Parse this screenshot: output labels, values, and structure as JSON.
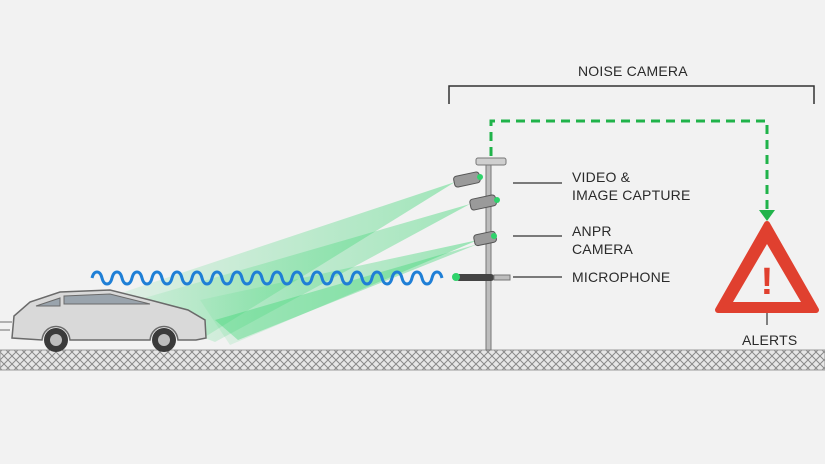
{
  "title": "NOISE CAMERA",
  "labels": {
    "video": "VIDEO &\nIMAGE CAPTURE",
    "anpr": "ANPR\nCAMERA",
    "microphone": "MICROPHONE",
    "alerts": "ALERTS"
  },
  "alert_symbol": "!",
  "icons": [
    "car-icon",
    "camera-icon",
    "microphone-icon",
    "warning-triangle-icon"
  ],
  "colors": {
    "background": "#f2f2f2",
    "beam_green": "#2fd36b",
    "dashed_green": "#20b34a",
    "wave_blue": "#1f7fd6",
    "alert_red": "#e0402f",
    "road_gray": "#cfcfcf",
    "text": "#2a2a2a"
  }
}
